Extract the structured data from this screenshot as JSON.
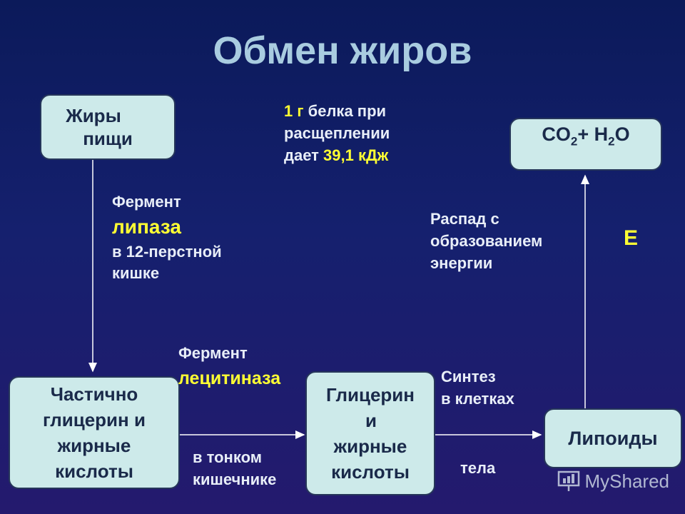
{
  "title": "Обмен жиров",
  "boxes": {
    "food_fats": [
      "Жиры",
      "пищи"
    ],
    "partial": [
      "Частично",
      "глицерин и",
      "жирные",
      "кислоты"
    ],
    "glycerol": [
      "Глицерин",
      "и",
      "жирные",
      "кислоты"
    ],
    "lipoids": "Липоиды",
    "products": {
      "co": "CO",
      "co_sub": "2",
      "plus": "+ H",
      "h_sub": "2",
      "o": "O"
    }
  },
  "energy_note": {
    "highlight1": "1 г",
    "line1_rest": " белка при",
    "line2": "расщеплении",
    "line3_start": "дает ",
    "highlight2": "39,1 кДж"
  },
  "lipase_label": {
    "line1": "Фермент",
    "enzyme": "липаза",
    "line3": "в 12-перстной",
    "line4": "кишке"
  },
  "lecithinase_label": {
    "line1": "Фермент",
    "enzyme": "лецитиназа"
  },
  "intestine_label": [
    "в тонком",
    "кишечнике"
  ],
  "synthesis_label": [
    "Синтез",
    "в клетках"
  ],
  "bodies_label": "тела",
  "breakdown_label": [
    "Распад с",
    "образованием",
    "энергии"
  ],
  "energy_symbol": "Е",
  "watermark": "MyShared",
  "colors": {
    "box_fill": "#cdeaea",
    "title": "#a9cce0",
    "highlight": "#ffff33",
    "text": "#e8eef8"
  }
}
